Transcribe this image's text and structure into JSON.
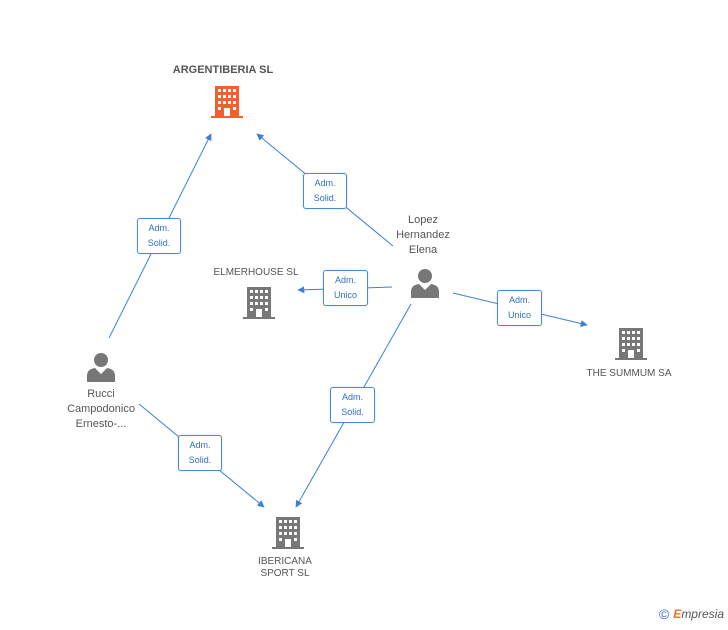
{
  "nodes": {
    "argentiberia": {
      "label": "ARGENTIBERIA SL",
      "icon": "building-icon",
      "color": "#f0612d"
    },
    "elmerhouse": {
      "label": "ELMERHOUSE SL",
      "icon": "building-icon",
      "color": "#777777"
    },
    "thesummum": {
      "label": "THE SUMMUM SA",
      "icon": "building-icon",
      "color": "#777777"
    },
    "ibericana": {
      "label_line1": "IBERICANA",
      "label_line2": "SPORT  SL",
      "icon": "building-icon",
      "color": "#777777"
    },
    "lopez": {
      "label_line1": "Lopez",
      "label_line2": "Hernandez",
      "label_line3": "Elena",
      "icon": "person-icon",
      "color": "#777777"
    },
    "rucci": {
      "label_line1": "Rucci",
      "label_line2": "Campodonico",
      "label_line3": "Ernesto-...",
      "icon": "person-icon",
      "color": "#777777"
    }
  },
  "edges": {
    "rucci_argentiberia": {
      "line1": "Adm.",
      "line2": "Solid."
    },
    "lopez_argentiberia": {
      "line1": "Adm.",
      "line2": "Solid."
    },
    "lopez_elmerhouse": {
      "line1": "Adm.",
      "line2": "Unico"
    },
    "lopez_thesummum": {
      "line1": "Adm.",
      "line2": "Unico"
    },
    "lopez_ibericana": {
      "line1": "Adm.",
      "line2": "Solid."
    },
    "rucci_ibericana": {
      "line1": "Adm.",
      "line2": "Solid."
    }
  },
  "edge_color": "#3b7fd9",
  "footer": {
    "copyright": "©",
    "brand_initial": "E",
    "brand_rest": "mpresia"
  }
}
